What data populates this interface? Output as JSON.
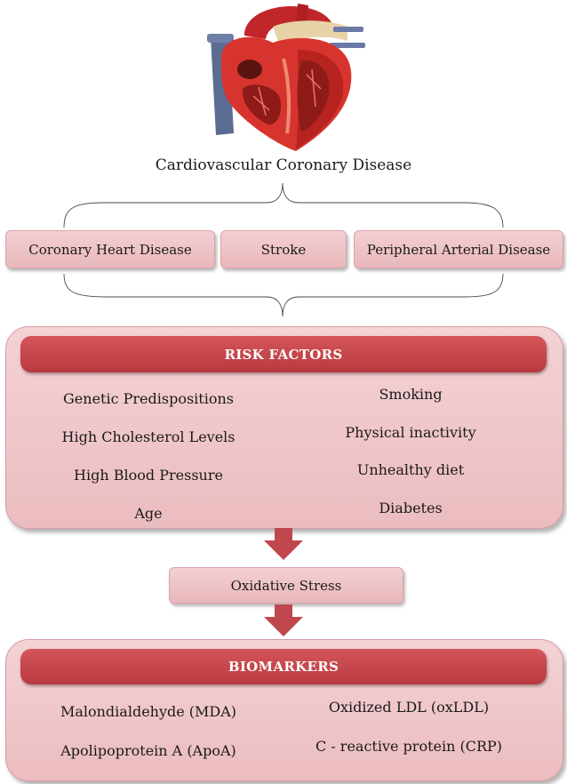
{
  "title": "Cardiovascular Coronary Disease",
  "categories": [
    "Coronary Heart Disease",
    "Stroke",
    "Peripheral Arterial Disease"
  ],
  "risk_factors": {
    "heading": "RISK FACTORS",
    "left": [
      "Genetic Predispositions",
      "High Cholesterol Levels",
      "High Blood Pressure",
      "Age"
    ],
    "right": [
      "Smoking",
      "Physical inactivity",
      "Unhealthy diet",
      "Diabetes"
    ]
  },
  "oxidative_stress": "Oxidative Stress",
  "biomarkers": {
    "heading": "BIOMARKERS",
    "left": [
      "Malondialdehyde (MDA)",
      "Apolipoprotein A (ApoA)"
    ],
    "right": [
      "Oxidized LDL (oxLDL)",
      "C - reactive protein (CRP)"
    ]
  },
  "colors": {
    "panel": "#ebbcc0",
    "banner": "#c0434a",
    "arrow": "#c0474d"
  }
}
